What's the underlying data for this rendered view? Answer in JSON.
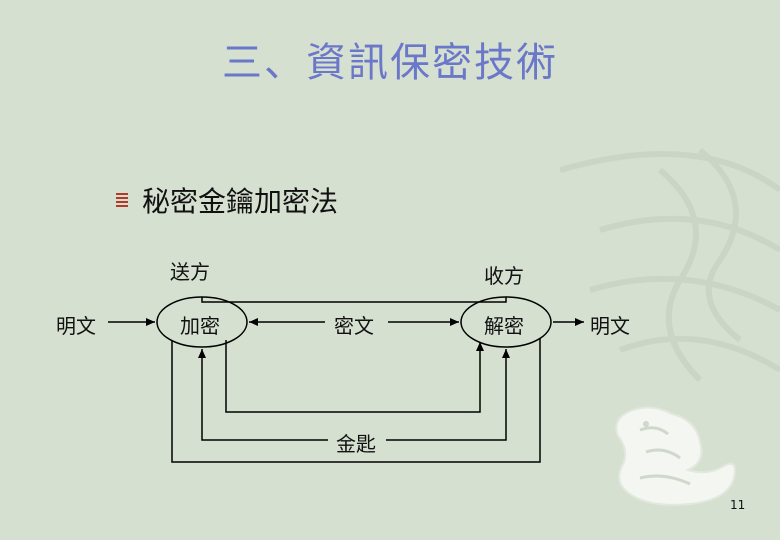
{
  "slide": {
    "title": "三、資訊保密技術",
    "bullet": "秘密金鑰加密法",
    "page_number": "11"
  },
  "diagram": {
    "sender_label": "送方",
    "receiver_label": "收方",
    "plaintext_in": "明文",
    "encrypt": "加密",
    "ciphertext": "密文",
    "decrypt": "解密",
    "plaintext_out": "明文",
    "key": "金匙"
  },
  "colors": {
    "title": "#6b77c9",
    "bullet": "#b33a2a",
    "background": "#d6e0d1"
  }
}
